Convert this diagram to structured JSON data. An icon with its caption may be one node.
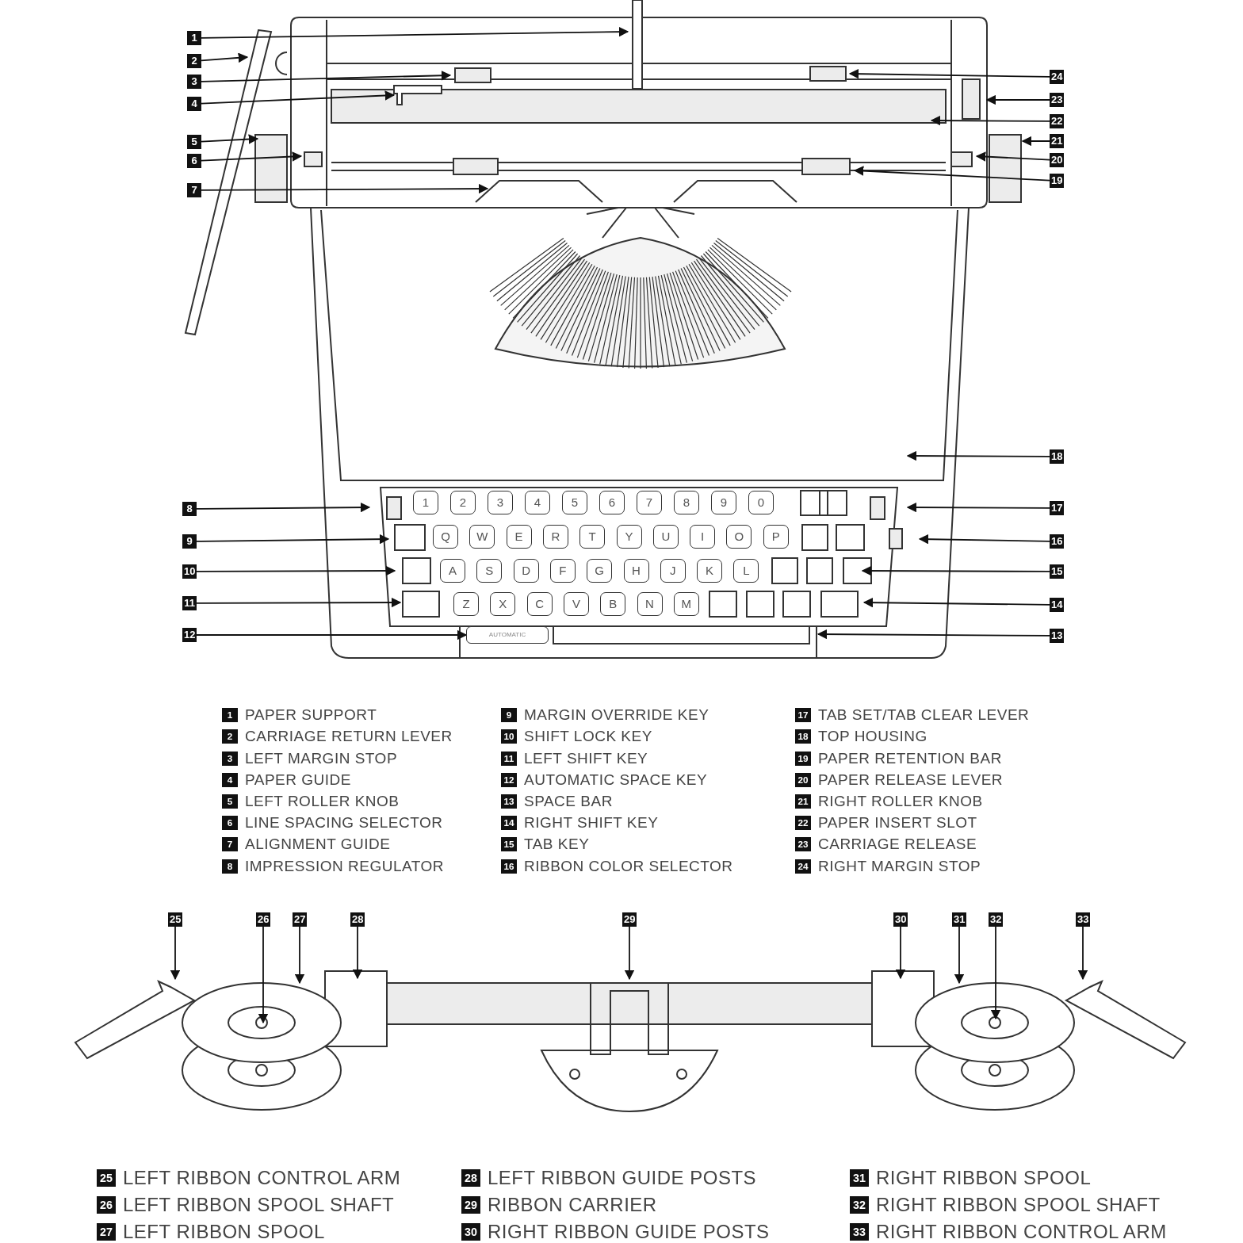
{
  "diagram": {
    "nodes": [
      {
        "text": [
          "1"
        ]
      },
      {
        "text": [
          "2"
        ]
      },
      {
        "text": [
          "3"
        ]
      },
      {
        "text": [
          "4"
        ]
      },
      {
        "text": [
          "5"
        ]
      },
      {
        "text": [
          "6"
        ]
      },
      {
        "text": [
          "7"
        ]
      },
      {
        "text": [
          "8"
        ]
      },
      {
        "text": [
          "9"
        ]
      },
      {
        "text": [
          "10"
        ]
      },
      {
        "text": [
          "11"
        ]
      },
      {
        "text": [
          "12"
        ]
      },
      {
        "text": [
          "13"
        ]
      },
      {
        "text": [
          "14"
        ]
      },
      {
        "text": [
          "15"
        ]
      },
      {
        "text": [
          "16"
        ]
      },
      {
        "text": [
          "17"
        ]
      },
      {
        "text": [
          "18"
        ]
      },
      {
        "text": [
          "19"
        ]
      },
      {
        "text": [
          "20"
        ]
      },
      {
        "text": [
          "21"
        ]
      },
      {
        "text": [
          "22"
        ]
      },
      {
        "text": [
          "23"
        ]
      },
      {
        "text": [
          "24"
        ]
      },
      {
        "text": [
          "25"
        ]
      },
      {
        "text": [
          "26"
        ]
      },
      {
        "text": [
          "27"
        ]
      },
      {
        "text": [
          "28"
        ]
      },
      {
        "text": [
          "29"
        ]
      },
      {
        "text": [
          "30"
        ]
      },
      {
        "text": [
          "31"
        ]
      },
      {
        "text": [
          "32"
        ]
      },
      {
        "text": [
          "33"
        ]
      },
      {
        "text": [
          "AUTOMATIC"
        ]
      }
    ],
    "edges": [
      {
        "from": 0,
        "to": null,
        "arrow": "to"
      },
      {
        "from": 1,
        "to": null,
        "arrow": "to"
      },
      {
        "from": 2,
        "to": null,
        "arrow": "to"
      },
      {
        "from": 3,
        "to": null,
        "arrow": "to"
      },
      {
        "from": 4,
        "to": null,
        "arrow": "to"
      },
      {
        "from": 5,
        "to": null,
        "arrow": "to"
      },
      {
        "from": 6,
        "to": null,
        "arrow": "to"
      },
      {
        "from": 7,
        "to": null,
        "arrow": "to"
      },
      {
        "from": 8,
        "to": null,
        "arrow": "to"
      },
      {
        "from": 9,
        "to": null,
        "arrow": "to"
      },
      {
        "from": 10,
        "to": null,
        "arrow": "to"
      },
      {
        "from": 11,
        "to": 33,
        "arrow": "to"
      },
      {
        "from": 12,
        "to": null,
        "arrow": "to"
      },
      {
        "from": 13,
        "to": null,
        "arrow": "to"
      },
      {
        "from": 14,
        "to": null,
        "arrow": "to"
      },
      {
        "from": 15,
        "to": null,
        "arrow": "to"
      },
      {
        "from": 16,
        "to": null,
        "arrow": "to"
      },
      {
        "from": 17,
        "to": null,
        "arrow": "to"
      },
      {
        "from": 18,
        "to": null,
        "arrow": "to"
      },
      {
        "from": 19,
        "to": null,
        "arrow": "to"
      },
      {
        "from": 20,
        "to": null,
        "arrow": "to"
      },
      {
        "from": 21,
        "to": null,
        "arrow": "to"
      },
      {
        "from": 22,
        "to": null,
        "arrow": "to"
      },
      {
        "from": 23,
        "to": null,
        "arrow": "to"
      },
      {
        "from": 24,
        "to": null,
        "arrow": "to"
      },
      {
        "from": 25,
        "to": null,
        "arrow": "to"
      },
      {
        "from": 26,
        "to": null,
        "arrow": "to"
      },
      {
        "from": 27,
        "to": null,
        "arrow": "to"
      },
      {
        "from": 28,
        "to": null,
        "arrow": "to"
      },
      {
        "from": 29,
        "to": null,
        "arrow": "to"
      },
      {
        "from": 30,
        "to": null,
        "arrow": "to"
      },
      {
        "from": 31,
        "to": null,
        "arrow": "to"
      },
      {
        "from": 32,
        "to": null,
        "arrow": "to"
      }
    ],
    "labels": [
      "1",
      "2",
      "3",
      "4",
      "5",
      "6",
      "7",
      "8",
      "9",
      "0",
      "Q",
      "W",
      "E",
      "R",
      "T",
      "Y",
      "U",
      "I",
      "O",
      "P",
      "A",
      "S",
      "D",
      "F",
      "G",
      "H",
      "J",
      "K",
      "L",
      "Z",
      "X",
      "C",
      "V",
      "B",
      "N",
      "M",
      "1",
      "PAPER SUPPORT",
      "2",
      "CARRIAGE RETURN LEVER",
      "3",
      "LEFT MARGIN STOP",
      "4",
      "PAPER GUIDE",
      "5",
      "LEFT ROLLER KNOB",
      "6",
      "LINE SPACING SELECTOR",
      "7",
      "ALIGNMENT GUIDE",
      "8",
      "IMPRESSION REGULATOR",
      "9",
      "MARGIN OVERRIDE KEY",
      "10",
      "SHIFT LOCK KEY",
      "11",
      "LEFT SHIFT KEY",
      "12",
      "AUTOMATIC SPACE KEY",
      "13",
      "SPACE BAR",
      "14",
      "RIGHT SHIFT KEY",
      "15",
      "TAB KEY",
      "16",
      "RIBBON COLOR SELECTOR",
      "17",
      "TAB SET/TAB CLEAR LEVER",
      "18",
      "TOP HOUSING",
      "19",
      "PAPER RETENTION BAR",
      "20",
      "PAPER RELEASE LEVER",
      "21",
      "RIGHT ROLLER KNOB",
      "22",
      "PAPER INSERT SLOT",
      "23",
      "CARRIAGE RELEASE",
      "24",
      "RIGHT MARGIN STOP",
      "25",
      "LEFT RIBBON CONTROL ARM",
      "26",
      "LEFT RIBBON SPOOL SHAFT",
      "27",
      "LEFT RIBBON SPOOL",
      "28",
      "LEFT RIBBON GUIDE POSTS",
      "29",
      "RIBBON CARRIER",
      "30",
      "RIGHT RIBBON GUIDE POSTS",
      "31",
      "RIGHT RIBBON SPOOL",
      "32",
      "RIGHT RIBBON SPOOL SHAFT",
      "33",
      "RIGHT RIBBON CONTROL ARM"
    ]
  }
}
